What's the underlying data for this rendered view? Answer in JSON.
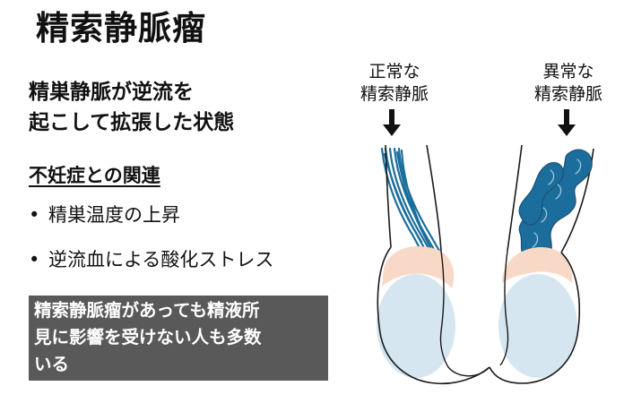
{
  "title": "精索静脈瘤",
  "definition": {
    "line1": "精巣静脈が逆流を",
    "line2": "起こして拡張した状態"
  },
  "infertility": {
    "heading": "不妊症との関連",
    "bullets": [
      "精巣温度の上昇",
      "逆流血による酸化ストレス"
    ],
    "bullet_marker": "•"
  },
  "note": {
    "line1": "精索静脈瘤があっても精液所",
    "line2": "見に影響を受けない人も多数",
    "line3": "いる"
  },
  "diagram": {
    "normal_label": {
      "line1": "正常な",
      "line2": "精索静脈"
    },
    "abnormal_label": {
      "line1": "異常な",
      "line2": "精索静脈"
    },
    "colors": {
      "vein": "#1b6e9c",
      "vein_outline": "#1d4f74",
      "epididymis": "#f8d8c6",
      "testis": "#d5e6f1",
      "outline": "#1a1a1a",
      "note_bg": "#595959"
    }
  }
}
